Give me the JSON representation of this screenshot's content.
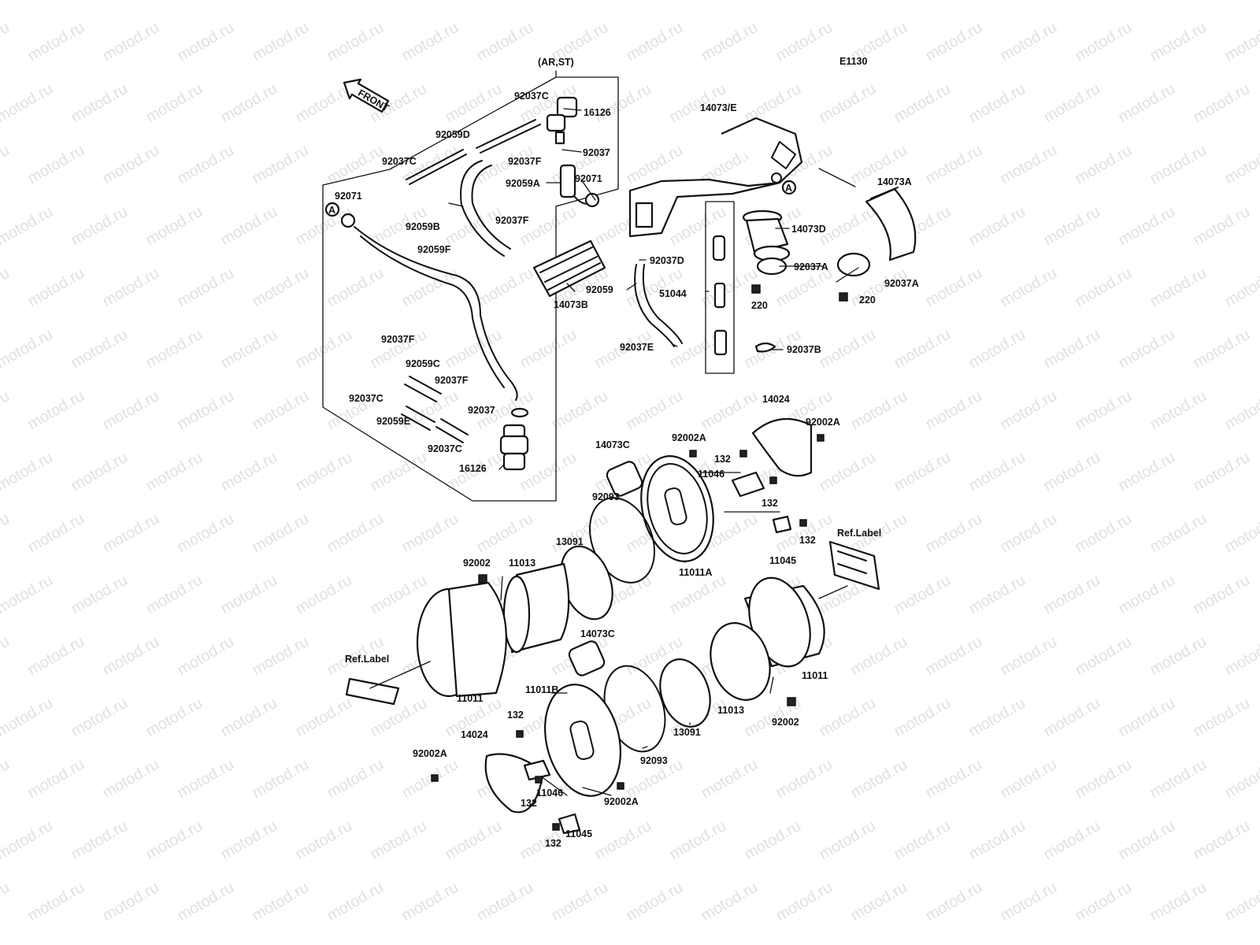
{
  "diagram": {
    "code": "E1130",
    "variant": "(AR,ST)",
    "front_arrow": "FRONT",
    "watermark": "motod.ru",
    "ref_marker": "A"
  },
  "labels": {
    "p92037C_a": "92037C",
    "p16126_a": "16126",
    "p92059D": "92059D",
    "p92037F_a": "92037F",
    "p92037_a": "92037",
    "p92037C_b": "92037C",
    "p92071_a": "92071",
    "p92059A": "92059A",
    "p92071_b": "92071",
    "p92059B": "92059B",
    "p92037F_b": "92037F",
    "p92059F": "92059F",
    "p14073E": "14073/E",
    "p14073A": "14073A",
    "p14073D": "14073D",
    "p92037A_a": "92037A",
    "p92037A_b": "92037A",
    "p220_a": "220",
    "p220_b": "220",
    "p92037D": "92037D",
    "p92059": "92059",
    "p51044": "51044",
    "p14073B": "14073B",
    "p92037E": "92037E",
    "p92037B": "92037B",
    "p92037F_c": "92037F",
    "p92059C": "92059C",
    "p92037F_d": "92037F",
    "p92037C_c": "92037C",
    "p92037_b": "92037",
    "p92059E": "92059E",
    "p92037C_d": "92037C",
    "p16126_b": "16126",
    "p14024_a": "14024",
    "p92002A_a": "92002A",
    "p92002A_b": "92002A",
    "p14073C_a": "14073C",
    "p132_a": "132",
    "p11046_a": "11046",
    "p132_b": "132",
    "p92093_a": "92093",
    "p132_c": "132",
    "p11045_a": "11045",
    "p11011A": "11011A",
    "p13091_a": "13091",
    "p92002_a": "92002",
    "p11013_a": "11013",
    "pRef_a": "Ref.Label",
    "pRef_b": "Ref.Label",
    "p14073C_b": "14073C",
    "p11011_a": "11011",
    "p11011_b": "11011",
    "p11013_b": "11013",
    "p92002_b": "92002",
    "p11011B": "11011B",
    "p132_d": "132",
    "p92093_b": "92093",
    "p13091_b": "13091",
    "p14024_b": "14024",
    "p92002A_c": "92002A",
    "p132_e": "132",
    "p11046_b": "11046",
    "p92002A_d": "92002A",
    "p132_f": "132",
    "p11045_b": "11045"
  }
}
